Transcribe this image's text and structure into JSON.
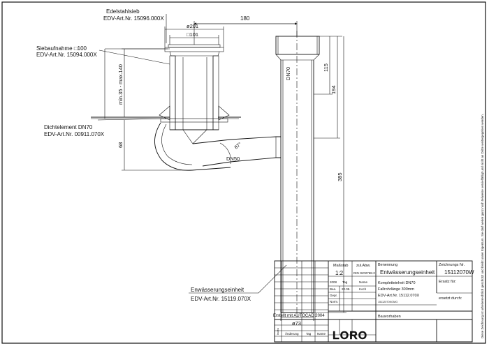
{
  "drawing": {
    "labels": {
      "edelstahlsieb": "Edelstahlsieb",
      "edelstahlsieb_art": "EDV-Art.Nr. 15096.000X",
      "siebaufnahme": "Siebaufnahme □100",
      "siebaufnahme_art": "EDV-Art.Nr. 15094.000X",
      "dichtelement": "Dichtelement DN70",
      "dichtelement_art": "EDV-Art.Nr. 00911.070X",
      "entwaesserung": "Enwässerungseinheit",
      "entwaesserung_art": "EDV-Art.Nr. 15119.070X"
    },
    "dims": {
      "d180": "180",
      "d201": "ø201",
      "d101": "□101",
      "range": "min.35 - max.140",
      "d68": "68",
      "d115": "115",
      "d194": "194",
      "d385": "385",
      "d73": "ø73",
      "dn70": "DN70",
      "dn50": "DN50",
      "angle": "87°"
    },
    "side_note": "Diese Zeichnung ist urheberrechtlich geschützt und bleibt unser Eigentum. Sie darf weder ganz noch teilweise vervielfältigt und nicht an Dritte weitergegeben werden."
  },
  "title_block": {
    "created": "Erstellt mit AUTOCAD 2004",
    "massstab_label": "Maßstab",
    "massstab": "1:2",
    "zul_abw_label": "zul.Abw.",
    "zul_abw": "DIN ISO2768-2",
    "benennung_label": "Benennung",
    "benennung": "Entwässerungseinheit",
    "zeichnung_label": "Zeichnungs Nr.",
    "zeichnung": "15112070W",
    "year": "2008",
    "tag_label": "Tag",
    "name_label": "Name",
    "bea_label": "Bea.",
    "bea_tag": "20.05.",
    "bea_name": "Koch",
    "gepr_label": "Gepr.",
    "norm_label": "Norm.",
    "desc1": "Kompletteinheit DN70",
    "desc2": "Fallrohrlänge 300mm",
    "desc3": "EDV-Art.Nr. 15112.070X",
    "desc4": "15112070KOMG",
    "ersatz_fuer": "Ersatz für:",
    "ersetzt_durch": "ersetzt durch:",
    "index_label": "Index",
    "aenderung_label": "Änderung",
    "tag2_label": "Tag",
    "name2_label": "Name",
    "logo": "LORO",
    "bauvorhaben": "Bauvorhaben"
  }
}
